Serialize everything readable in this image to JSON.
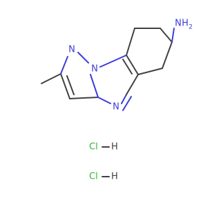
{
  "molecule": {
    "atoms": {
      "amine_N": "N",
      "amine_H": "H",
      "amine_H2": "2",
      "pyrazole_N1": "N",
      "bridge_N": "N",
      "pyrimidine_N": "N"
    },
    "salts": [
      {
        "cl": "Cl",
        "h": "H"
      },
      {
        "cl": "Cl",
        "h": "H"
      }
    ]
  },
  "colors": {
    "bond": "#404040",
    "nitrogen": "#3b3bd9",
    "chlorine": "#2db82d",
    "carbon_text": "#404040"
  }
}
